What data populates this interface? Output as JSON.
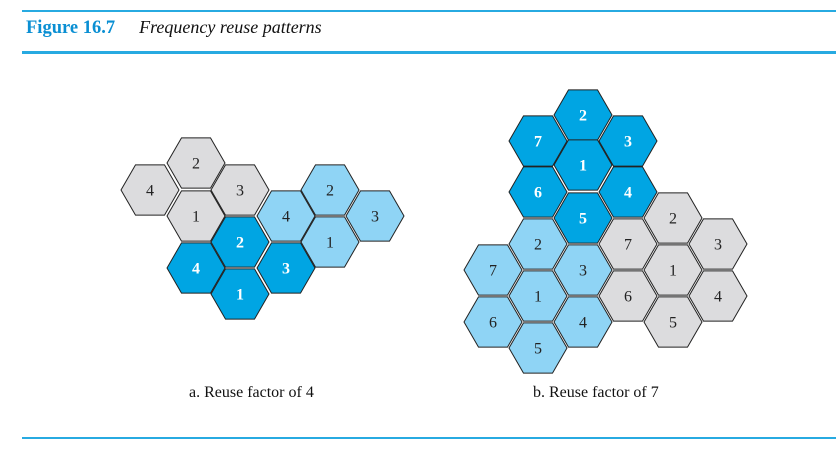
{
  "figure": {
    "number": "Figure 16.7",
    "title": "Frequency reuse patterns"
  },
  "colors": {
    "dark": "#00a5e3",
    "light": "#8fd4f5",
    "gray": "#dcdcde",
    "stroke": "#222222"
  },
  "panels": [
    {
      "id": "a",
      "caption": "a. Reuse factor of 4",
      "cells": [
        {
          "label": "2",
          "shade": "gray"
        },
        {
          "label": "4",
          "shade": "gray"
        },
        {
          "label": "3",
          "shade": "gray"
        },
        {
          "label": "1",
          "shade": "gray"
        },
        {
          "label": "2",
          "shade": "light"
        },
        {
          "label": "4",
          "shade": "light"
        },
        {
          "label": "3",
          "shade": "light"
        },
        {
          "label": "1",
          "shade": "light"
        },
        {
          "label": "2",
          "shade": "dark"
        },
        {
          "label": "4",
          "shade": "dark"
        },
        {
          "label": "3",
          "shade": "dark"
        },
        {
          "label": "1",
          "shade": "dark"
        }
      ]
    },
    {
      "id": "b",
      "caption": "b. Reuse factor of 7",
      "cells": [
        {
          "label": "2",
          "shade": "dark"
        },
        {
          "label": "7",
          "shade": "dark"
        },
        {
          "label": "3",
          "shade": "dark"
        },
        {
          "label": "1",
          "shade": "dark"
        },
        {
          "label": "6",
          "shade": "dark"
        },
        {
          "label": "4",
          "shade": "dark"
        },
        {
          "label": "5",
          "shade": "dark"
        },
        {
          "label": "2",
          "shade": "gray"
        },
        {
          "label": "7",
          "shade": "gray"
        },
        {
          "label": "3",
          "shade": "gray"
        },
        {
          "label": "1",
          "shade": "gray"
        },
        {
          "label": "6",
          "shade": "gray"
        },
        {
          "label": "4",
          "shade": "gray"
        },
        {
          "label": "5",
          "shade": "gray"
        },
        {
          "label": "2",
          "shade": "light"
        },
        {
          "label": "7",
          "shade": "light"
        },
        {
          "label": "3",
          "shade": "light"
        },
        {
          "label": "1",
          "shade": "light"
        },
        {
          "label": "6",
          "shade": "light"
        },
        {
          "label": "4",
          "shade": "light"
        },
        {
          "label": "5",
          "shade": "light"
        }
      ]
    }
  ]
}
